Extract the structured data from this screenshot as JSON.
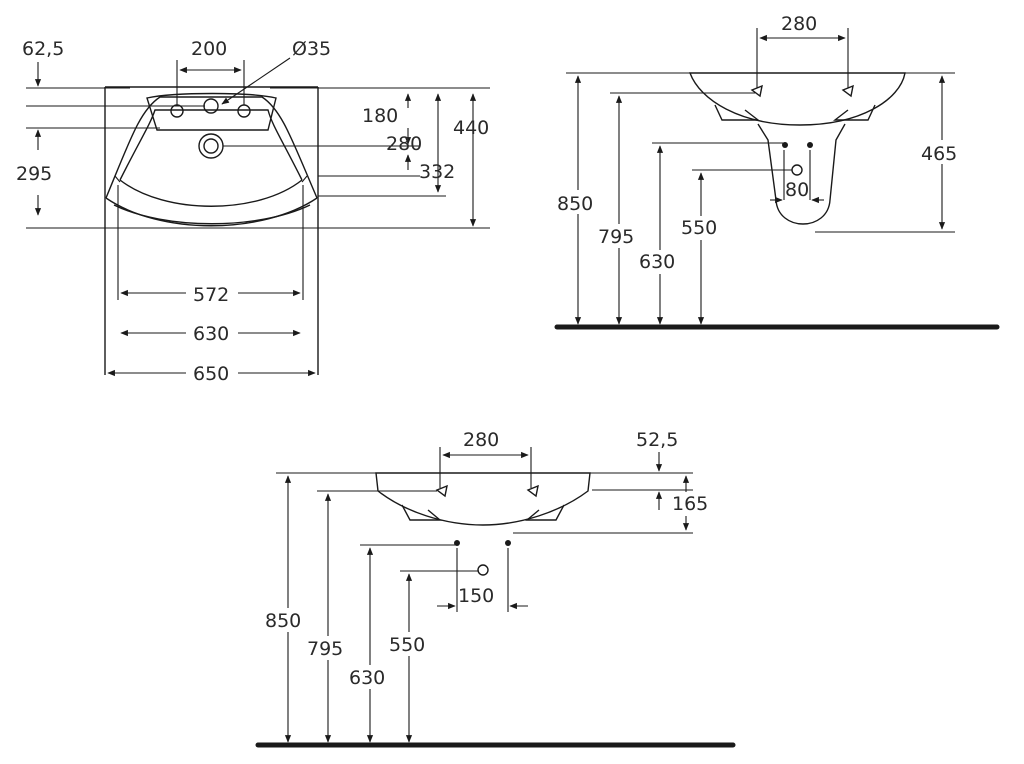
{
  "top_view": {
    "dims": {
      "tap_offset": "62,5",
      "tap_spacing": "200",
      "hole_diameter": "Ø35",
      "depth_180": "180",
      "waste_280": "280",
      "front_332": "332",
      "depth_440": "440",
      "side_295": "295",
      "width_572": "572",
      "width_630": "630",
      "width_650": "650"
    }
  },
  "side_view": {
    "dims": {
      "top_280": "280",
      "height_850": "850",
      "height_795": "795",
      "height_630": "630",
      "height_550": "550",
      "pedestal_465": "465",
      "waste_80": "80"
    }
  },
  "wall_view": {
    "dims": {
      "top_280": "280",
      "offset_52_5": "52,5",
      "depth_165": "165",
      "height_850": "850",
      "height_795": "795",
      "height_630": "630",
      "height_550": "550",
      "spacing_150": "150"
    }
  }
}
